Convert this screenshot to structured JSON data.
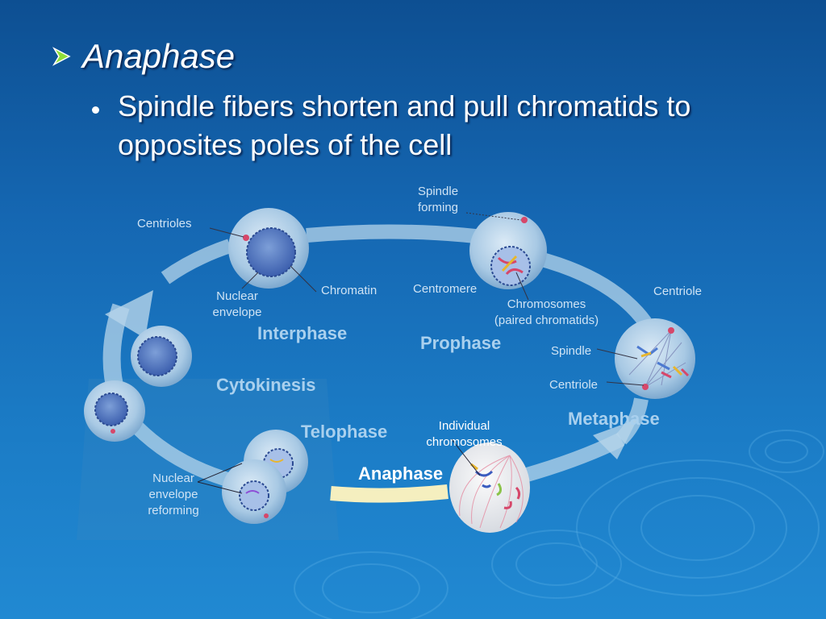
{
  "slide": {
    "heading": "Anaphase",
    "bullet": "Spindle fibers shorten and pull chromatids to opposites poles of the cell"
  },
  "diagram": {
    "phases": {
      "interphase": "Interphase",
      "prophase": "Prophase",
      "metaphase": "Metaphase",
      "anaphase": "Anaphase",
      "telophase": "Telophase",
      "cytokinesis": "Cytokinesis"
    },
    "labels": {
      "centrioles": "Centrioles",
      "nuclear_envelope_1": "Nuclear",
      "nuclear_envelope_2": "envelope",
      "chromatin": "Chromatin",
      "spindle_forming_1": "Spindle",
      "spindle_forming_2": "forming",
      "centromere": "Centromere",
      "chromosomes_1": "Chromosomes",
      "chromosomes_2": "(paired chromatids)",
      "centriole_top": "Centriole",
      "spindle": "Spindle",
      "centriole_bottom": "Centriole",
      "individual_1": "Individual",
      "individual_2": "chromosomes",
      "reforming_1": "Nuclear",
      "reforming_2": "envelope",
      "reforming_3": "reforming"
    }
  },
  "colors": {
    "bullet_arrow": "#8fe03a",
    "background": "#1567b2",
    "active_phase": "#ffffff",
    "phase_text": "#a9d0ee"
  },
  "icons": {
    "heading_bullet": "arrow-right-icon",
    "body_bullet": "dot-icon"
  }
}
